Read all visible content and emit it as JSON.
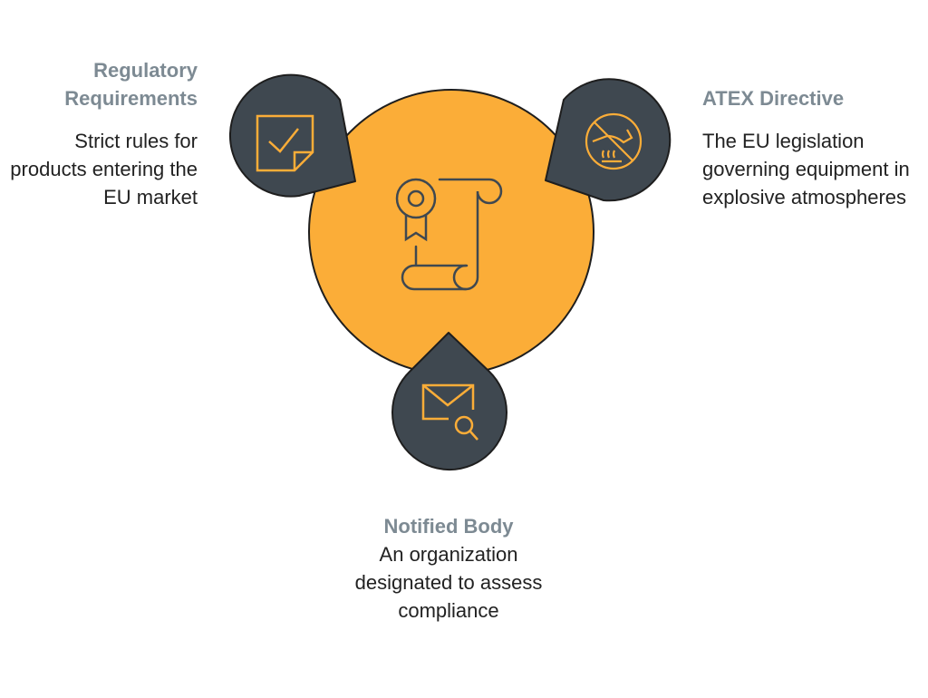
{
  "colors": {
    "center": "#FBAD38",
    "pin": "#3F4850",
    "outline": "#1e1e1e",
    "icon_light": "#FBAD38",
    "icon_dark": "#3F4850"
  },
  "center": {
    "icon": "certificate-scroll-icon"
  },
  "nodes": [
    {
      "title": "Regulatory Requirements",
      "description": "Strict rules for products entering the EU market",
      "icon": "checked-note-icon"
    },
    {
      "title": "ATEX Directive",
      "description": "The EU legislation governing equipment in explosive atmospheres",
      "icon": "no-heat-hand-icon"
    },
    {
      "title": "Notified Body",
      "description": "An organization designated to assess compliance",
      "icon": "mail-search-icon"
    }
  ]
}
